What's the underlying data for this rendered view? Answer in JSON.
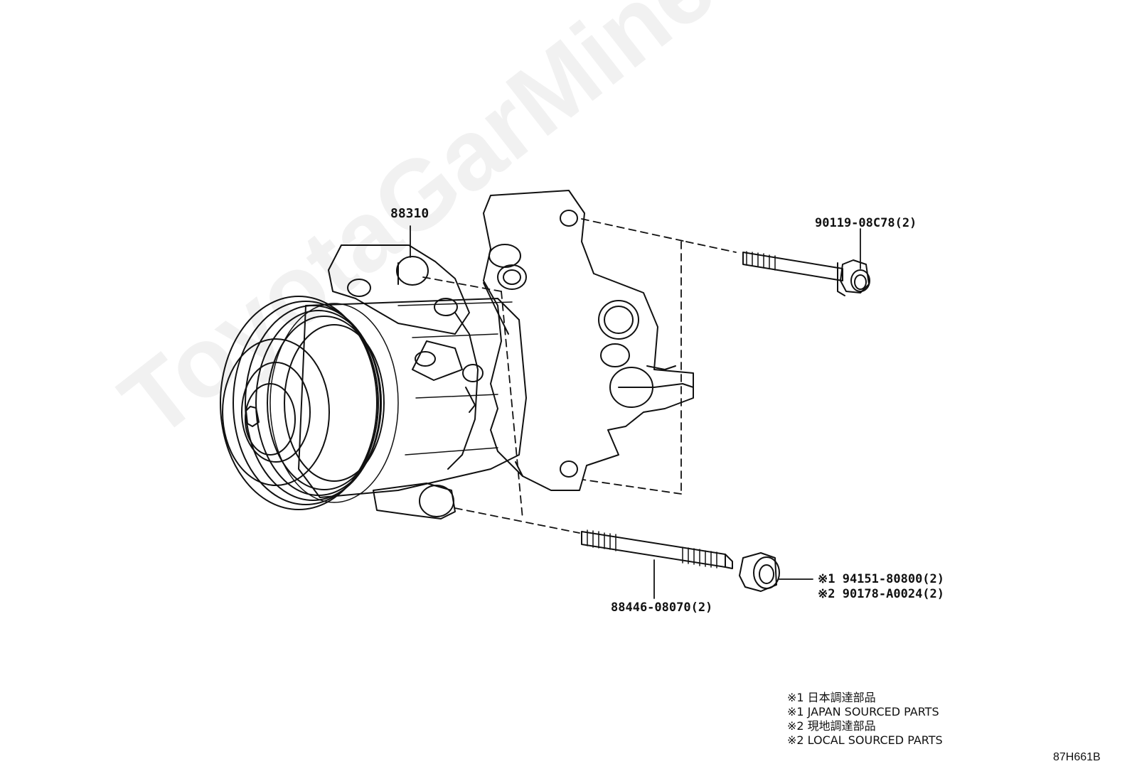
{
  "watermark": "ToyotaGarMine.ru",
  "parts": {
    "compressor": "88310",
    "bolt_upper": "90119-08C78(2)",
    "stud": "88446-08070(2)",
    "nut_option1": "※1  94151-80800(2)",
    "nut_option2": "※2  90178-A0024(2)"
  },
  "legend": [
    "※1  日本調達部品",
    "※1  JAPAN SOURCED PARTS",
    "※2  現地調達部品",
    "※2  LOCAL SOURCED PARTS"
  ],
  "diagram_code": "87H661B"
}
